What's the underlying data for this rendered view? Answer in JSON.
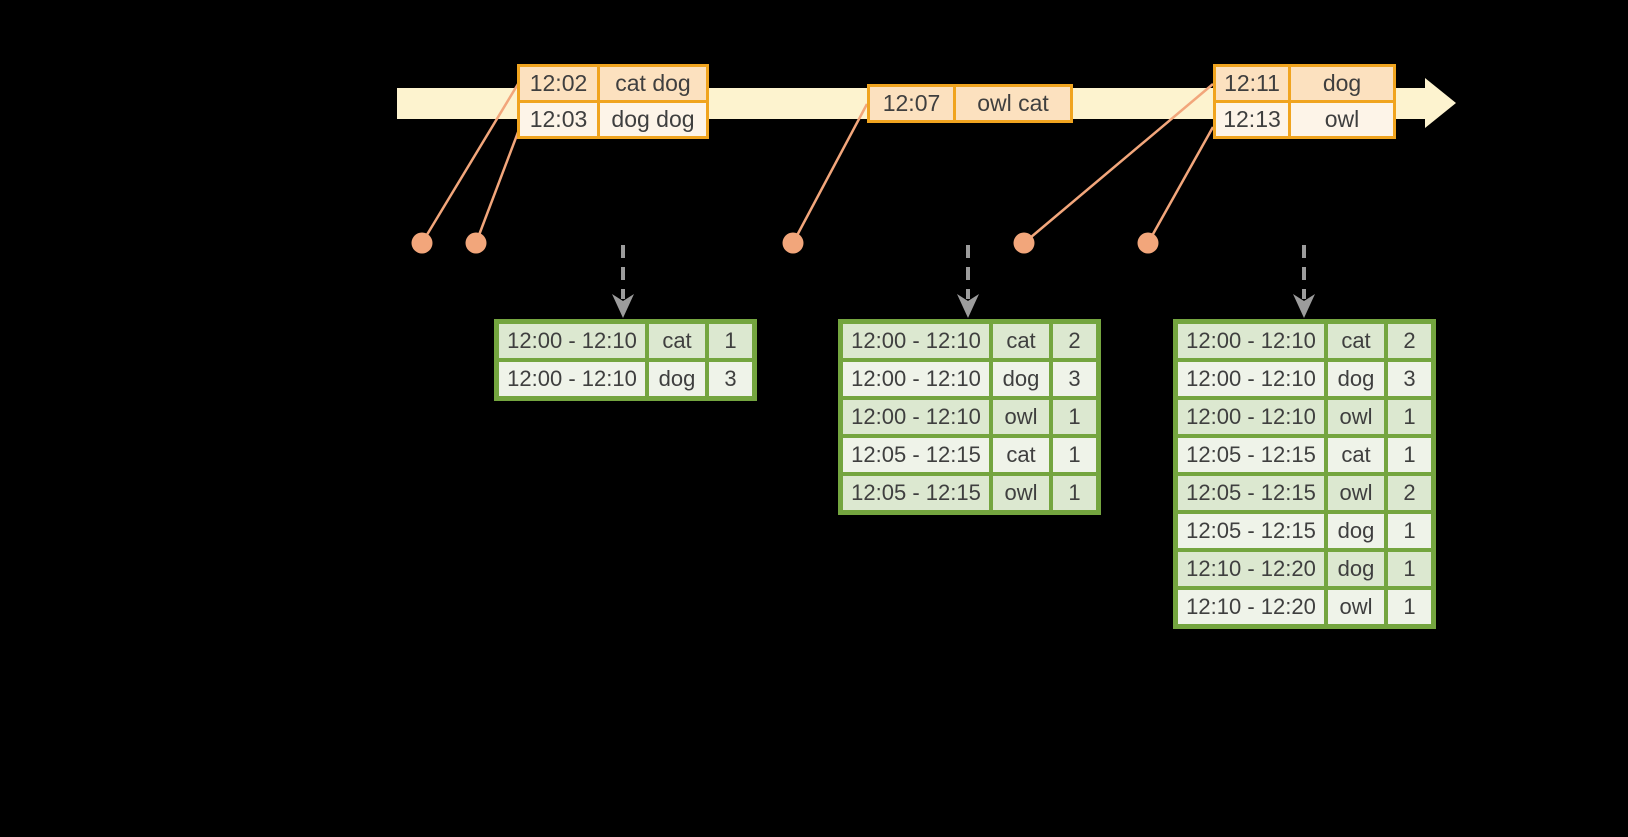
{
  "colors": {
    "background": "#000000",
    "timeline_band": "#fdf3cf",
    "input_table_border": "#f0a41f",
    "input_cell_dark": "#fce1bf",
    "input_cell_light": "#fdf4e8",
    "result_table_border": "#74a53f",
    "result_cell_dark": "#dce8d0",
    "result_cell_light": "#eff3e9",
    "event_dot": "#f2a67b",
    "trigger_arrow": "#9c9c9c",
    "text": "#3f3f3f"
  },
  "icons": {
    "timeline_arrow": "right-arrow-band",
    "event_dot": "filled-circle",
    "event_connector": "diagonal-line",
    "trigger_arrow": "dashed-down-arrow"
  },
  "input_tables": [
    {
      "rows": [
        [
          "12:02",
          "cat dog"
        ],
        [
          "12:03",
          "dog dog"
        ]
      ]
    },
    {
      "rows": [
        [
          "12:07",
          "owl cat"
        ]
      ]
    },
    {
      "rows": [
        [
          "12:11",
          "dog"
        ],
        [
          "12:13",
          "owl"
        ]
      ]
    }
  ],
  "result_tables": [
    {
      "rows": [
        [
          "12:00 - 12:10",
          "cat",
          "1"
        ],
        [
          "12:00 - 12:10",
          "dog",
          "3"
        ]
      ]
    },
    {
      "rows": [
        [
          "12:00 - 12:10",
          "cat",
          "2"
        ],
        [
          "12:00 - 12:10",
          "dog",
          "3"
        ],
        [
          "12:00 - 12:10",
          "owl",
          "1"
        ],
        [
          "12:05 - 12:15",
          "cat",
          "1"
        ],
        [
          "12:05 - 12:15",
          "owl",
          "1"
        ]
      ]
    },
    {
      "rows": [
        [
          "12:00 - 12:10",
          "cat",
          "2"
        ],
        [
          "12:00 - 12:10",
          "dog",
          "3"
        ],
        [
          "12:00 - 12:10",
          "owl",
          "1"
        ],
        [
          "12:05 - 12:15",
          "cat",
          "1"
        ],
        [
          "12:05 - 12:15",
          "owl",
          "2"
        ],
        [
          "12:05 - 12:15",
          "dog",
          "1"
        ],
        [
          "12:10 - 12:20",
          "dog",
          "1"
        ],
        [
          "12:10 - 12:20",
          "owl",
          "1"
        ]
      ]
    }
  ]
}
